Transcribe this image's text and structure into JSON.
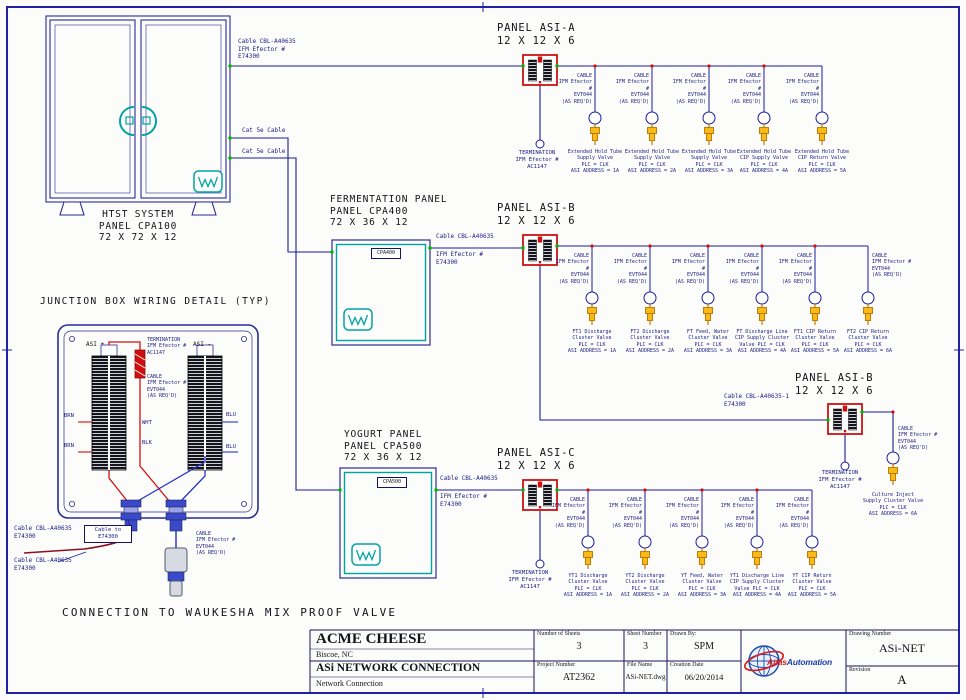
{
  "palette": {
    "line_blue": "#1b1b9e",
    "panel_red": "#cc1111",
    "teal": "#00a3a3",
    "valve_orange": "#f6bb17",
    "wire_red": "#d01010",
    "wire_blue": "#2433c9",
    "node_green": "#00b400"
  },
  "htst": {
    "title": "HTST SYSTEM\nPANEL CPA100\n72 X 72 X 12",
    "cable_top": "Cable CBL-A40635\nIFM Efector #\nE74300",
    "cat5e_1": "Cat 5e Cable",
    "cat5e_2": "Cat 5e Cable"
  },
  "fermentation": {
    "title": "FERMENTATION PANEL\nPANEL CPA400\n72 X 36 X 12",
    "tag": "CPA400",
    "cable": "Cable CBL-A40635",
    "cable2": "IFM Efector #\nE74300"
  },
  "yogurt": {
    "title": "YOGURT PANEL\nPANEL CPA500\n72 X 36 X 12",
    "tag": "CPA500",
    "cable": "Cable CBL-A40635",
    "cable2": "IFM Efector #\nE74300"
  },
  "asi_a": {
    "title": "PANEL ASI-A",
    "size": "12 X 12 X 6",
    "termination": "TERMINATION\nIFM Efector #\nAC1147",
    "drops": [
      {
        "cable": "CABLE\nIFM Efector #\nEVT044\n(AS REQ'D)",
        "label": "Extended Hold Tube\nSupply Valve\nPLC = CLK\nASI ADDRESS = 1A"
      },
      {
        "cable": "CABLE\nIFM Efector #\nEVT044\n(AS REQ'D)",
        "label": "Extended Hold Tube\nSupply Valve\nPLC = CLK\nASI ADDRESS = 2A"
      },
      {
        "cable": "CABLE\nIFM Efector #\nEVT044\n(AS REQ'D)",
        "label": "Extended Hold Tube\nSupply Valve\nPLC = CLK\nASI ADDRESS = 3A"
      },
      {
        "cable": "CABLE\nIFM Efector #\nEVT044\n(AS REQ'D)",
        "label": "Extended Hold Tube\nCIP Supply Valve\nPLC = CLK\nASI ADDRESS = 4A"
      },
      {
        "cable": "CABLE\nIFM Efector #\nEVT044\n(AS REQ'D)",
        "label": "Extended Hold Tube\nCIP Return Valve\nPLC = CLK\nASI ADDRESS = 5A"
      }
    ]
  },
  "asi_b1": {
    "title": "PANEL ASI-B",
    "size": "12 X 12 X 6",
    "drops": [
      {
        "cable": "CABLE\nIFM Efector #\nEVT044\n(AS REQ'D)",
        "label": "FT1 Discharge\nCluster Valve\nPLC = CLK\nASI ADDRESS = 1A"
      },
      {
        "cable": "CABLE\nIFM Efector #\nEVT044\n(AS REQ'D)",
        "label": "FT2 Discharge\nCluster Valve\nPLC = CLK\nASI ADDRESS = 2A"
      },
      {
        "cable": "CABLE\nIFM Efector #\nEVT044\n(AS REQ'D)",
        "label": "FT Feed, Water\nCluster Valve\nPLC = CLK\nASI ADDRESS = 3A"
      },
      {
        "cable": "CABLE\nIFM Efector #\nEVT044\n(AS REQ'D)",
        "label": "FT Discharge Line\nCIP Supply Cluster\nValve  PLC = CLK\nASI ADDRESS = 4A"
      },
      {
        "cable": "CABLE\nIFM Efector #\nEVT044\n(AS REQ'D)",
        "label": "FT1 CIP Return\nCluster Valve\nPLC = CLK\nASI ADDRESS = 5A"
      },
      {
        "cable": "CABLE\nIFM Efector #\nEVT044\n(AS REQ'D)",
        "label": "FT2 CIP Return\nCluster Valve\nPLC = CLK\nASI ADDRESS = 6A"
      }
    ]
  },
  "asi_b2": {
    "title": "PANEL ASI-B",
    "size": "12 X 12 X 6",
    "feed_cable": "Cable CBL-A40635-1\nE74300",
    "termination": "TERMINATION\nIFM Efector #\nAC1147",
    "drop_cable": "CABLE\nIFM Efector #\nEVT044\n(AS REQ'D)",
    "drop_label": "Culture Inject\nSupply Cluster Valve\nPLC = CLK\nASI ADDRESS = 6A"
  },
  "asi_c": {
    "title": "PANEL ASI-C",
    "size": "12 X 12 X 6",
    "termination": "TERMINATION\nIFM Efector #\nAC1147",
    "drops": [
      {
        "cable": "CABLE\nIFM Efector #\nEVT044\n(AS REQ'D)",
        "label": "YT1 Discharge\nCluster Valve\nPLC = CLK\nASI ADDRESS = 1A"
      },
      {
        "cable": "CABLE\nIFM Efector #\nEVT044\n(AS REQ'D)",
        "label": "YT2 Discharge\nCluster Valve\nPLC = CLK\nASI ADDRESS = 2A"
      },
      {
        "cable": "CABLE\nIFM Efector #\nEVT044\n(AS REQ'D)",
        "label": "YT Feed, Water\nCluster Valve\nPLC = CLK\nASI ADDRESS = 3A"
      },
      {
        "cable": "CABLE\nIFM Efector #\nEVT044\n(AS REQ'D)",
        "label": "YT1 Discharge Line\nCIP Supply Cluster\nValve  PLC = CLK\nASI ADDRESS = 4A"
      },
      {
        "cable": "CABLE\nIFM Efector #\nEVT044\n(AS REQ'D)",
        "label": "YT CIP Return\nCluster Valve\nPLC = CLK\nASI ADDRESS = 5A"
      }
    ]
  },
  "junction": {
    "heading": "JUNCTION BOX WIRING DETAIL (TYP)",
    "asi_plus": "ASI +",
    "asi_minus": "ASI -",
    "termination": "TERMINATION\nIFM Efector #\nAC1147",
    "cable": "CABLE\nIFM Efector #\nEVT044\n(AS REQ'D)",
    "wire_brn_1": "BRN",
    "wire_brn_2": "BRN",
    "wire_wht": "WHT",
    "wire_blk": "BLK",
    "wire_blu_1": "BLU",
    "wire_blu_2": "BLU",
    "cable_a": "Cable CBL-A40635\nE74300",
    "cable_to": "Cable to\nE74300",
    "cable_b": "Cable CBL-A40635\nE74300",
    "cable_c": "CABLE\nIFM Efector #\nEVT044\n(AS REQ'D)",
    "caption": "CONNECTION TO WAUKESHA MIX PROOF VALVE"
  },
  "titleblock": {
    "company": "ACME CHEESE",
    "city": "Biscoe, NC",
    "project_title": "ASi NETWORK CONNECTION",
    "project_sub": "Network Connection",
    "sheets_label": "Number of Sheets",
    "sheets_value": "3",
    "sheetno_label": "Sheet Number",
    "sheetno_value": "3",
    "drawnby_label": "Drawn By:",
    "drawnby_value": "SPM",
    "projno_label": "Project Number",
    "projno_value": "AT2362",
    "file_label": "File Name",
    "file_value": "ASi-NET.dwg",
    "date_label": "Creation Date",
    "date_value": "06/20/2014",
    "drawno_label": "Drawing Number",
    "drawno_value": "ASi-NET",
    "rev_label": "Revision",
    "rev_value": "A",
    "logo_atlas": "Atlas",
    "logo_automation": "Automation"
  }
}
